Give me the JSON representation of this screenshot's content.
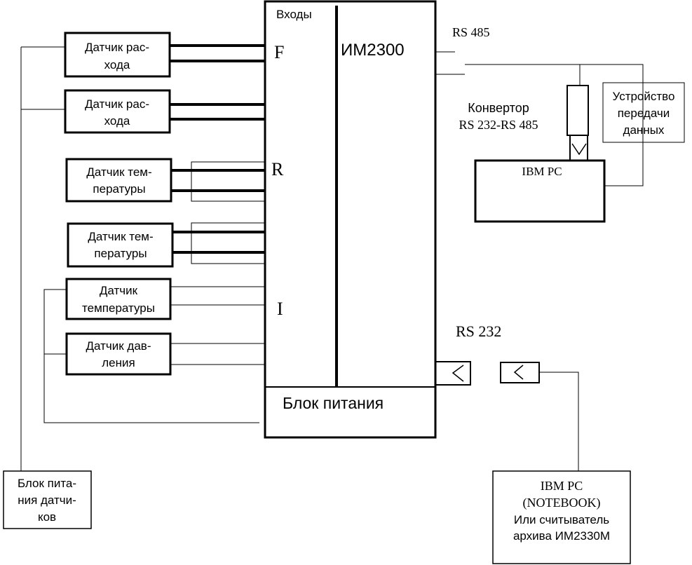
{
  "main_unit": {
    "inputs_label": "Входы",
    "name": "ИМ2300",
    "power_block": "Блок питания",
    "input_f": "F",
    "input_r": "R",
    "input_i": "I"
  },
  "sensors": {
    "flow1": [
      "Датчик рас-",
      "хода"
    ],
    "flow2": [
      "Датчик рас-",
      "хода"
    ],
    "temp1": [
      "Датчик тем-",
      "пературы"
    ],
    "temp2": [
      "Датчик тем-",
      "пературы"
    ],
    "temp3": [
      "Датчик",
      "температуры"
    ],
    "pressure": [
      "Датчик дав-",
      "ления"
    ]
  },
  "sensor_power": [
    "Блок пита-",
    "ния датчи-",
    "ков"
  ],
  "rs485_label": "RS 485",
  "converter_label": [
    "Конвертор",
    "RS 232-RS 485"
  ],
  "transfer_device": [
    "Устройство",
    "передачи",
    "данных"
  ],
  "ibm_pc": "IBM PC",
  "rs232_label": "RS 232",
  "notebook": [
    "IBM PC",
    "(NOTEBOOK)",
    "Или считыватель",
    "архива ИМ2330М"
  ]
}
